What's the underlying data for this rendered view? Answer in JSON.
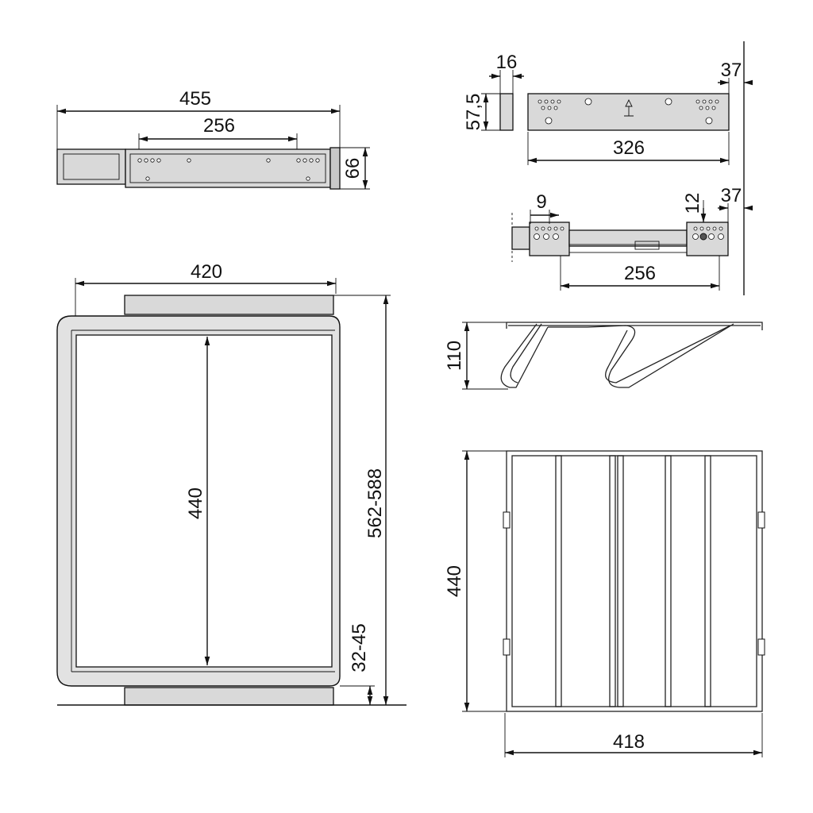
{
  "dimensions": {
    "top_left_width": "455",
    "top_left_bracket": "256",
    "top_left_height": "66",
    "frame_width": "420",
    "frame_inner_depth": "440",
    "frame_total_depth": "562-588",
    "frame_setback": "32-45",
    "bracket_thickness": "16",
    "bracket_height": "57,5",
    "bracket_offset_top": "37",
    "bracket_length": "326",
    "rail_hole_spacing": "9",
    "rail_offset": "12",
    "rail_offset_right": "37",
    "rail_bracket": "256",
    "rack_height": "110",
    "rack_depth": "440",
    "rack_width": "418"
  },
  "colors": {
    "line": "#111111",
    "part_fill": "#d9d9d9",
    "frame_fill": "#e2e2e2"
  }
}
